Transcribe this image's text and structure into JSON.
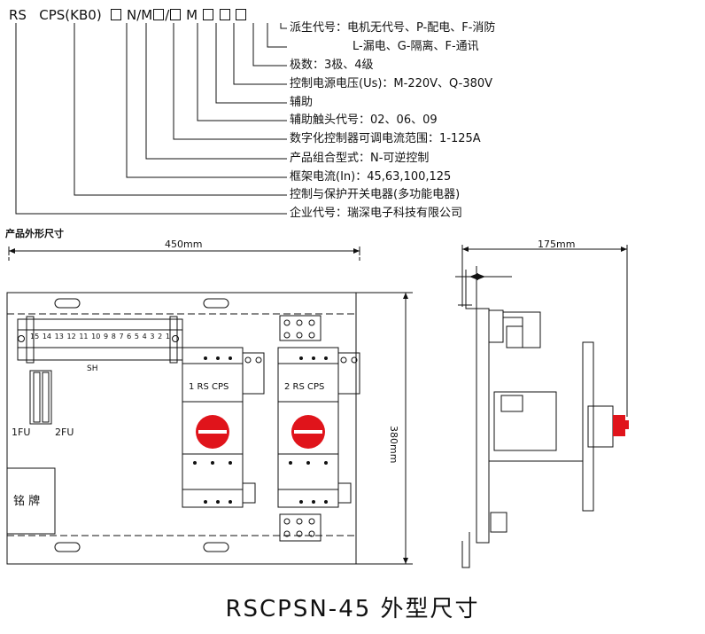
{
  "model_code": {
    "segments": [
      "RS",
      "CPS(KB0)",
      "N/M",
      "/",
      "M"
    ]
  },
  "legend": [
    {
      "label": "派生代号：电机无代号、P-配电、F-消防"
    },
    {
      "label": "L-漏电、G-隔离、F-通讯"
    },
    {
      "label": "极数：3极、4级"
    },
    {
      "label": "控制电源电压(Us)：M-220V、Q-380V"
    },
    {
      "label": "辅助"
    },
    {
      "label": "辅助触头代号：02、06、09"
    },
    {
      "label": "数字化控制器可调电流范围：1-125A"
    },
    {
      "label": "产品组合型式：N-可逆控制"
    },
    {
      "label": "框架电流(In)：45,63,100,125"
    },
    {
      "label": "控制与保护开关电器(多功能电器)"
    },
    {
      "label": "企业代号：瑞深电子科技有限公司"
    }
  ],
  "section_title": "产品外形尺寸",
  "front_view": {
    "width_dim": "450mm",
    "height_dim": "380mm",
    "terminal_numbers": [
      "15",
      "14",
      "13",
      "12",
      "11",
      "10",
      "9",
      "8",
      "7",
      "6",
      "5",
      "4",
      "3",
      "2",
      "1"
    ],
    "terminal_label": "SH",
    "fuse_labels": [
      "1FU",
      "2FU"
    ],
    "nameplate": "铭 牌",
    "units": [
      "1 RS CPS",
      "2 RS CPS"
    ]
  },
  "side_view": {
    "width_dim": "175mm"
  },
  "caption": "RSCPSN-45 外型尺寸",
  "colors": {
    "knob": "#e0141b",
    "line": "#111111"
  }
}
